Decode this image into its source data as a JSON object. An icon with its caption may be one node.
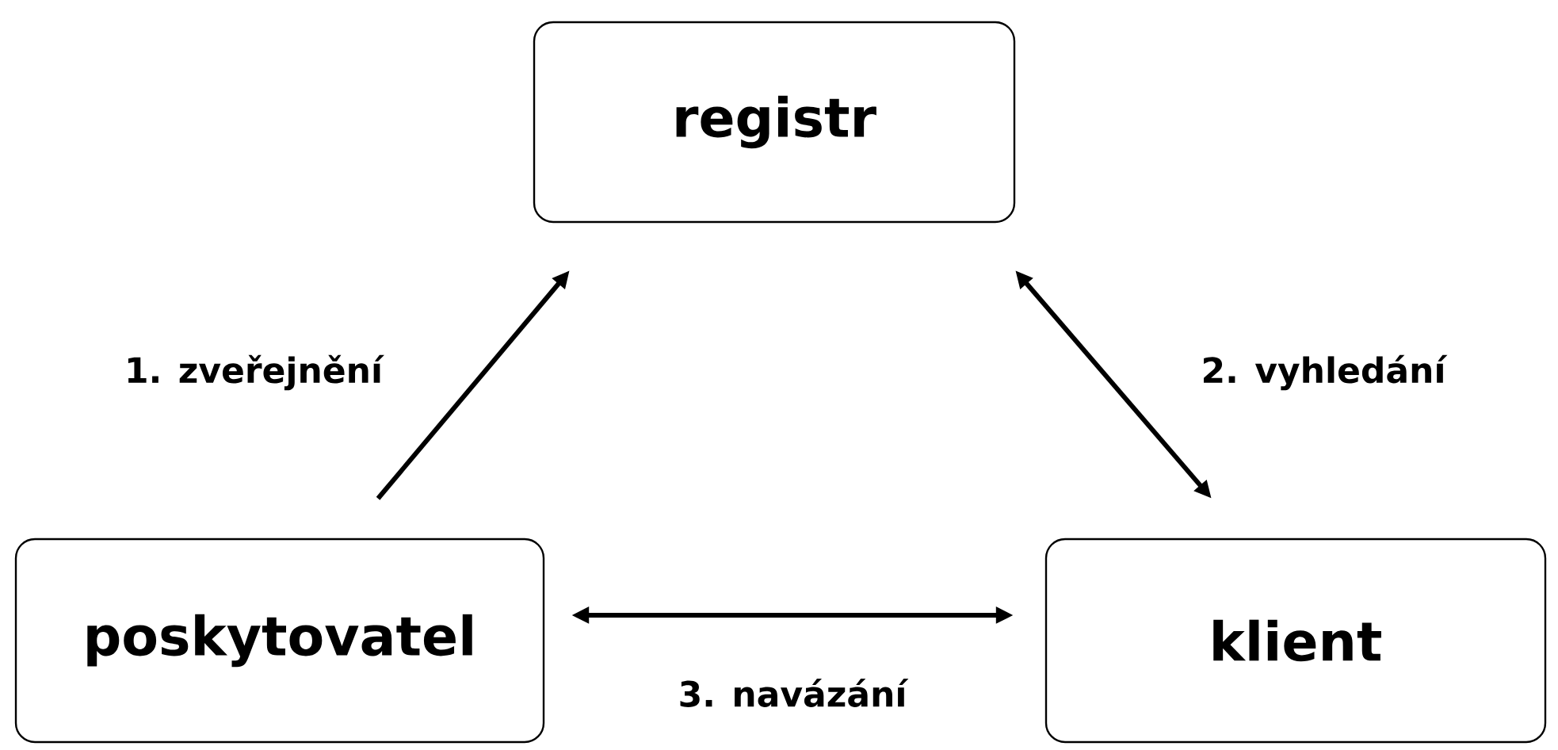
{
  "diagram": {
    "nodes": [
      {
        "text": [
          "registr"
        ]
      },
      {
        "text": [
          "poskytovatel"
        ]
      },
      {
        "text": [
          "klient"
        ]
      }
    ],
    "edges": [
      {
        "from": 1,
        "to": 0,
        "arrow": "to",
        "label": "1. zveřejnění"
      },
      {
        "from": 0,
        "to": 2,
        "arrow": "both",
        "label": "2. vyhledání"
      },
      {
        "from": 1,
        "to": 2,
        "arrow": "both",
        "label": "3. navázání"
      }
    ]
  }
}
